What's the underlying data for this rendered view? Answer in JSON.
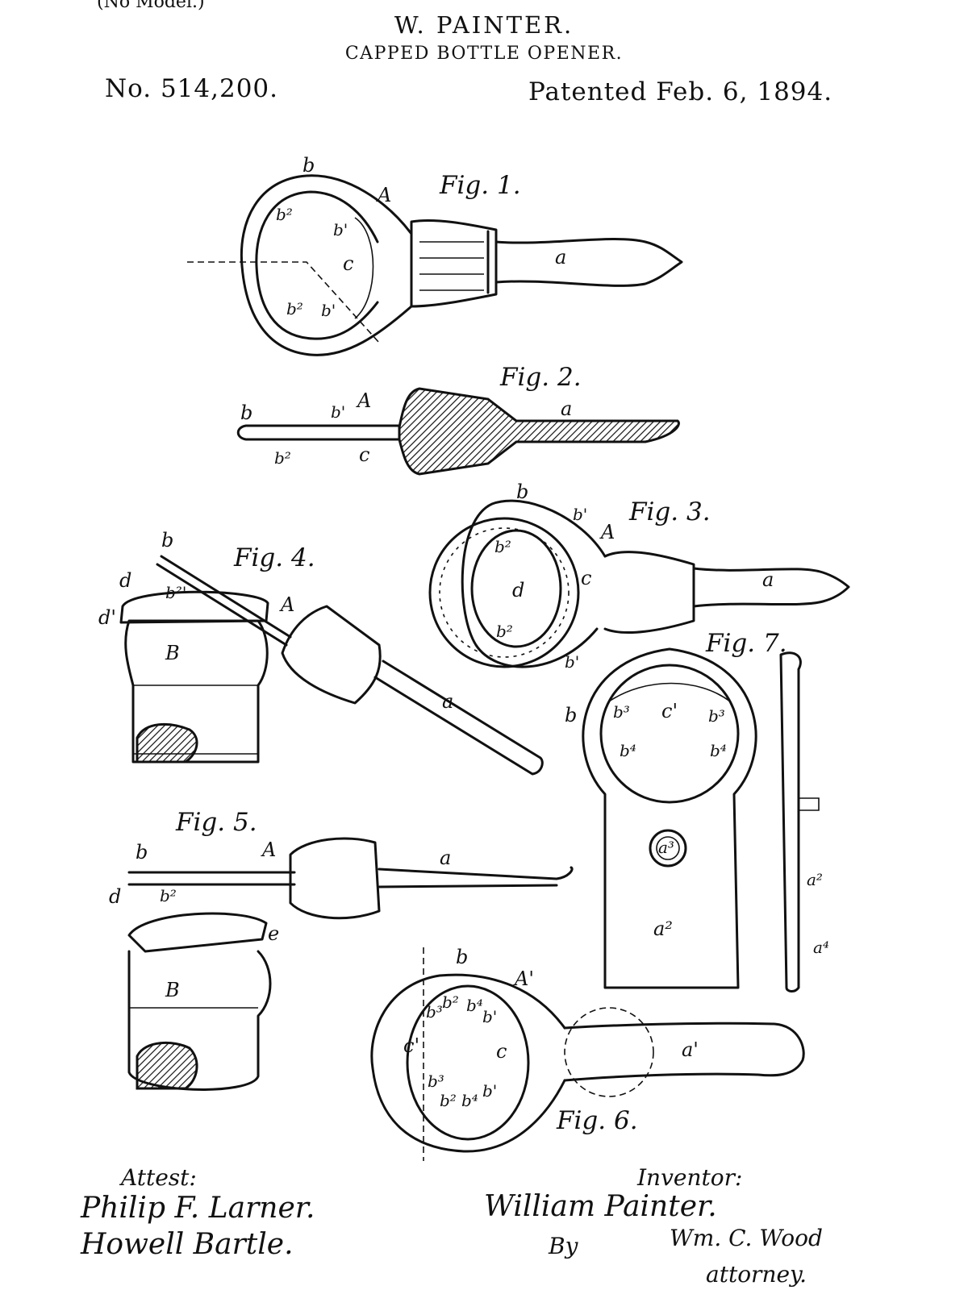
{
  "header": {
    "no_model": "(No Model.)",
    "inventor": "W. PAINTER.",
    "title": "CAPPED BOTTLE OPENER.",
    "patent_number": "No. 514,200.",
    "patent_date": "Patented Feb. 6, 1894."
  },
  "figures": {
    "fig1": {
      "caption": "Fig. 1.",
      "labels": {
        "b": "b",
        "A": "A",
        "b2_top": "b²",
        "b1_top": "b'",
        "c": "c",
        "b2_bot": "b²",
        "b1_bot": "b'",
        "a": "a"
      }
    },
    "fig2": {
      "caption": "Fig. 2.",
      "labels": {
        "b": "b",
        "b1": "b'",
        "A": "A",
        "a": "a",
        "b2": "b²",
        "c": "c"
      }
    },
    "fig3": {
      "caption": "Fig. 3.",
      "labels": {
        "b": "b",
        "b1_top": "b'",
        "A": "A",
        "b2_top": "b²",
        "d": "d",
        "c": "c",
        "a": "a",
        "b2_bot": "b²",
        "b1_bot": "b'"
      }
    },
    "fig4": {
      "caption": "Fig. 4.",
      "labels": {
        "b": "b",
        "d": "d",
        "b21": "b²'",
        "d1": "d'",
        "A": "A",
        "B": "B",
        "a": "a"
      }
    },
    "fig5": {
      "caption": "Fig. 5.",
      "labels": {
        "b": "b",
        "A": "A",
        "a": "a",
        "d": "d",
        "b2": "b²",
        "e": "e",
        "B": "B"
      }
    },
    "fig6": {
      "caption": "Fig. 6.",
      "labels": {
        "b": "b",
        "A1": "A'",
        "b3_top": "b³",
        "b2_top": "b²",
        "b4_top": "b⁴",
        "b1_top": "b'",
        "c1": "c'",
        "c": "c",
        "a1": "a'",
        "b3_bot": "b³",
        "b2_bot": "b²",
        "b4_bot": "b⁴",
        "b1_bot": "b'"
      }
    },
    "fig7": {
      "caption": "Fig. 7.",
      "labels": {
        "b": "b",
        "b3_left": "b³",
        "c1": "c'",
        "b3_right": "b³",
        "b4_left": "b⁴",
        "b4_right": "b⁴",
        "a3": "a³",
        "a2": "a²",
        "a2_side": "a²",
        "a4": "a⁴"
      }
    }
  },
  "signatures": {
    "attest_label": "Attest:",
    "witness1": "Philip F. Larner.",
    "witness2": "Howell Bartle.",
    "inventor_label": "Inventor:",
    "inventor_signature": "William Painter.",
    "by": "By",
    "attorney_signature": "Wm. C. Wood",
    "attorney_label": "attorney."
  }
}
